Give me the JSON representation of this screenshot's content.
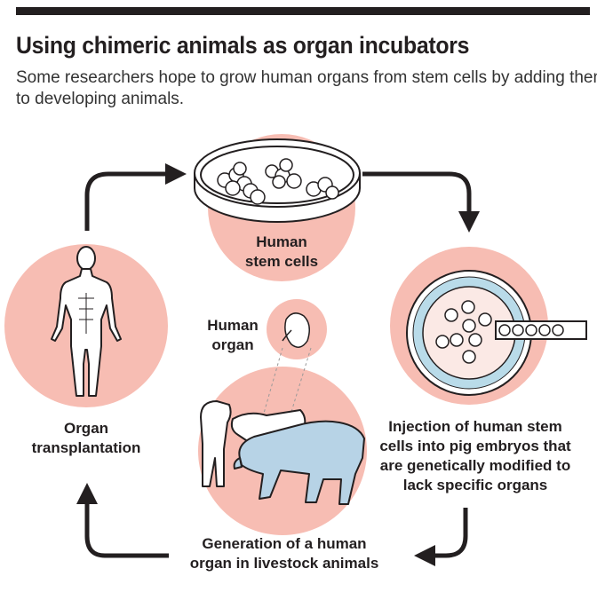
{
  "header": {
    "title": "Using chimeric animals as organ incubators",
    "subtitle_line1": "Some researchers hope to grow human organs from stem cells by adding them",
    "subtitle_line2": "to developing animals."
  },
  "colors": {
    "circle_fill": "#f7bdb3",
    "arrow": "#231f20",
    "embryo_fill": "#b9dbe9",
    "pig_blue": "#b7d3e6"
  },
  "steps": {
    "stem_cells": {
      "line1": "Human",
      "line2": "stem cells"
    },
    "injection": {
      "line1": "Injection of human stem",
      "line2": "cells into pig embryos that",
      "line3": "are genetically modified to",
      "line4": "lack specific organs"
    },
    "generation": {
      "line1": "Generation of a human",
      "line2": "organ in livestock animals"
    },
    "human_organ": {
      "line1": "Human",
      "line2": "organ"
    },
    "transplantation": {
      "line1": "Organ",
      "line2": "transplantation"
    }
  },
  "icons": [
    "petri-dish-icon",
    "embryo-injection-icon",
    "pigs-icon",
    "organ-icon",
    "human-body-icon"
  ]
}
